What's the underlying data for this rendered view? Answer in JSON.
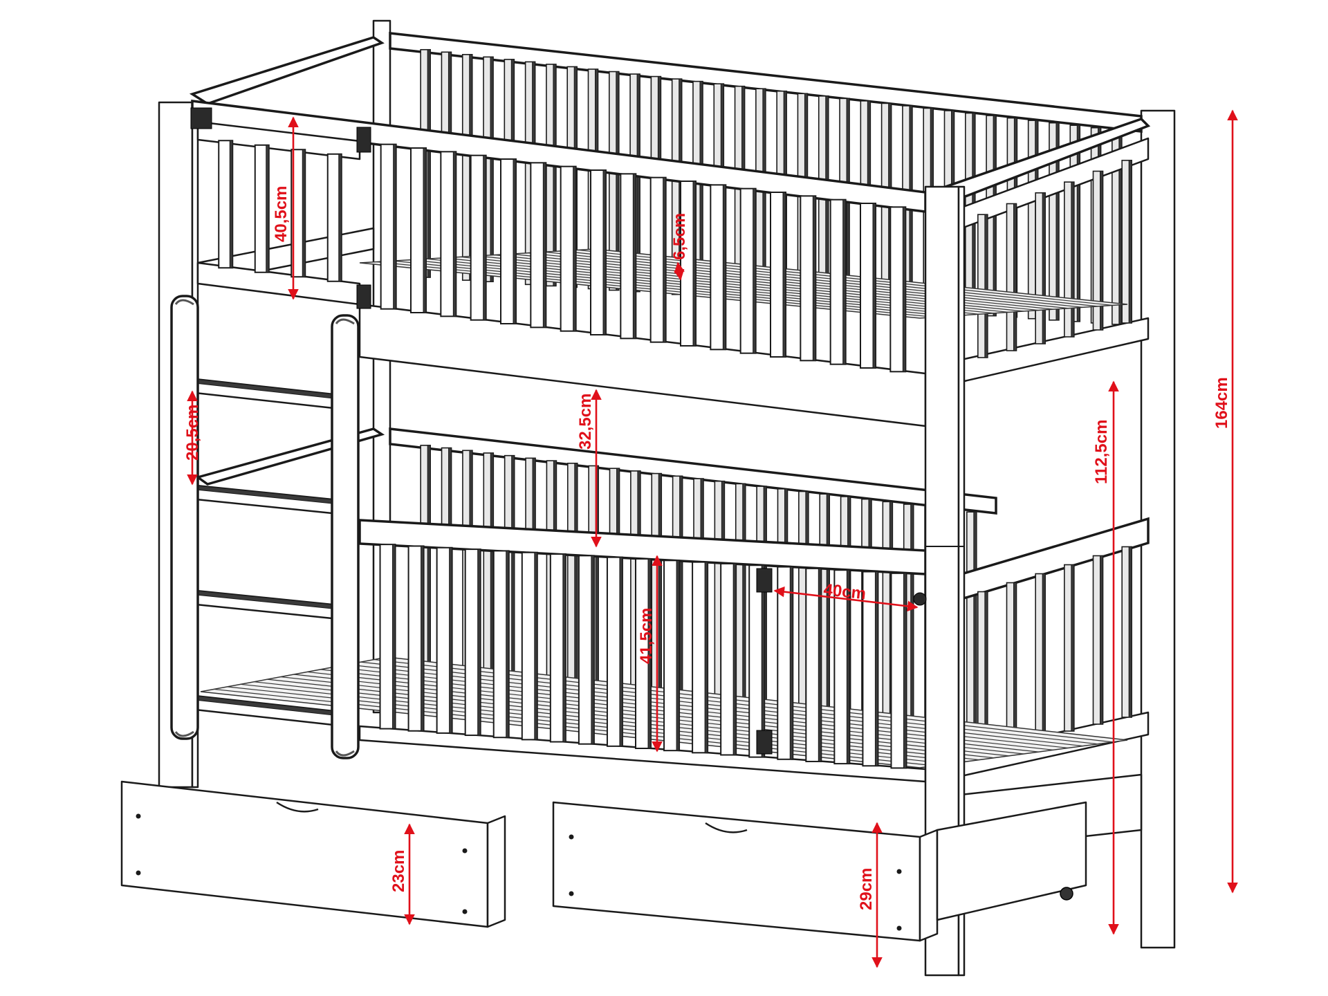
{
  "dimensions": {
    "rail_height_top": "40,5cm",
    "slat_gap": "6,5cm",
    "ladder_step": "20,5cm",
    "bed_clearance": "32,5cm",
    "rail_height_bottom": "41,5cm",
    "opening_width": "40cm",
    "upper_bed_height": "112,5cm",
    "total_height": "164cm",
    "drawer_height_left": "23cm",
    "drawer_height_right": "29cm"
  },
  "colors": {
    "dimension": "#e0101a",
    "outline": "#1a1a1a"
  }
}
